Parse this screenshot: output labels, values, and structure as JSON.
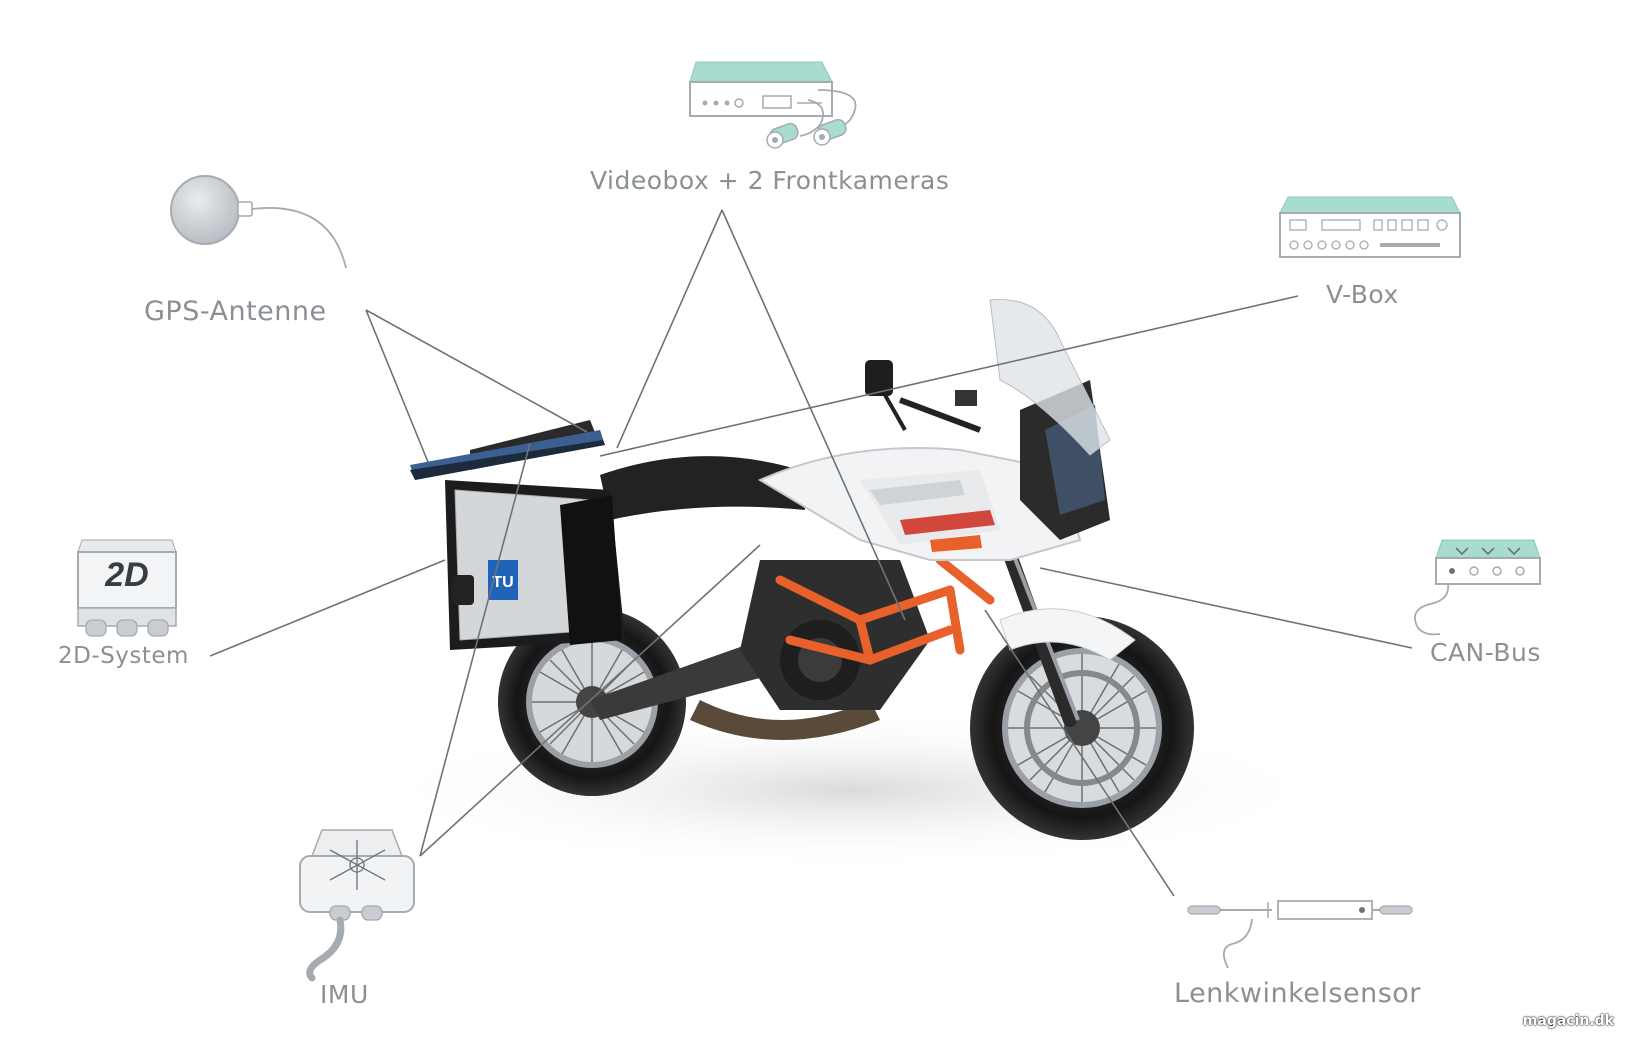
{
  "labels": {
    "videobox": "Videobox + 2 Frontkameras",
    "gps": "GPS-Antenne",
    "vbox": "V-Box",
    "system2d": "2D-System",
    "canbus": "CAN-Bus",
    "imu": "IMU",
    "lenk": "Lenkwinkelsensor"
  },
  "device_text": {
    "badge_2d": "2D",
    "tu_badge": "TU"
  },
  "watermark": "magacin.dk",
  "colors": {
    "teal": "#a8dcd0",
    "outline": "#a6abb0",
    "leader": "#6e7378",
    "bike_orange": "#e8602a",
    "tu_blue": "#1f63b8"
  }
}
